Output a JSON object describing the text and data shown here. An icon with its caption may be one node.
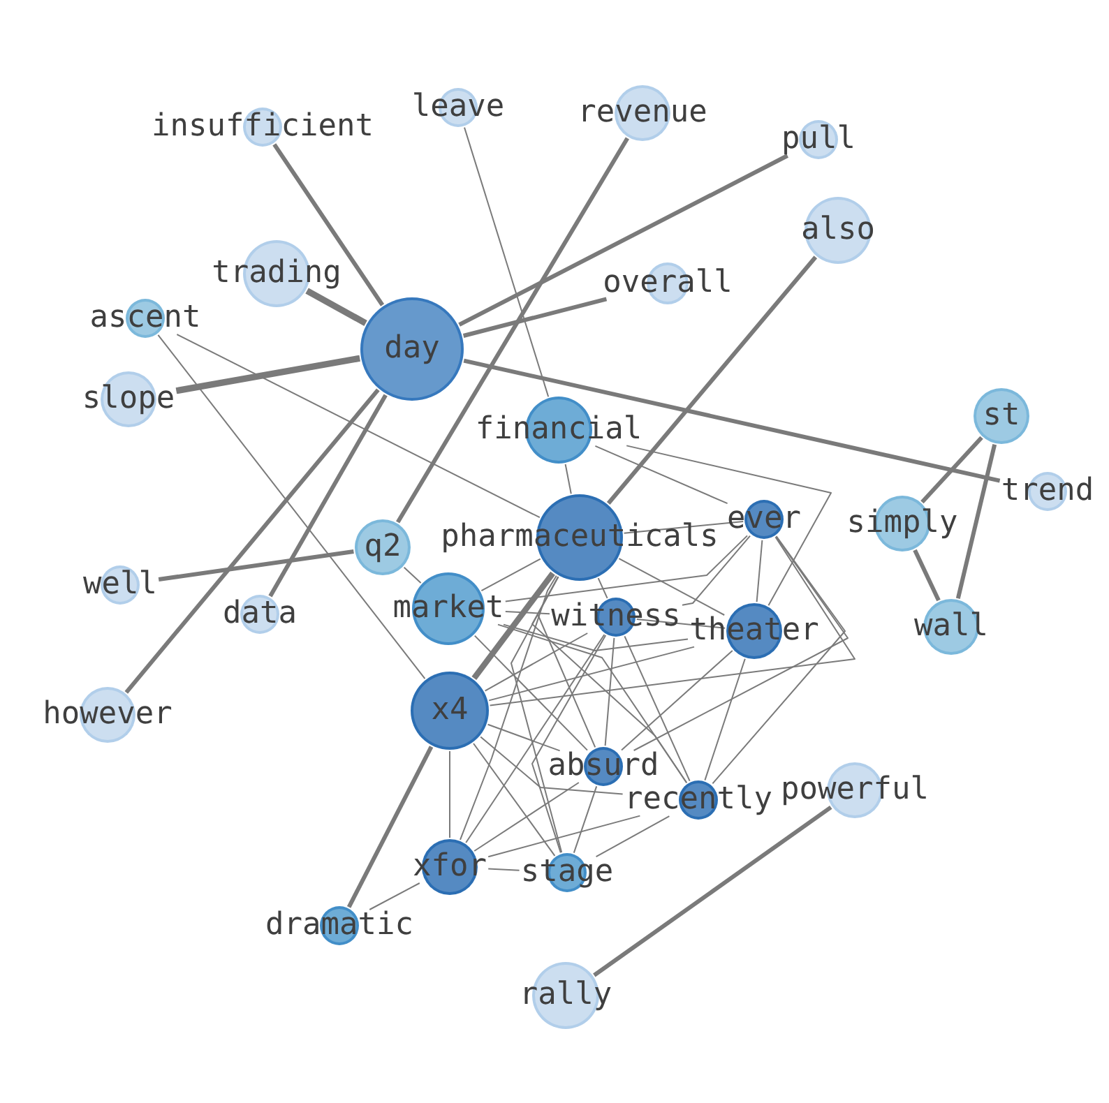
{
  "diagram": {
    "nodes": [
      {
        "text": [
          "leave"
        ]
      },
      {
        "text": [
          "revenue"
        ]
      },
      {
        "text": [
          "insufficient"
        ]
      },
      {
        "text": [
          "pull"
        ]
      },
      {
        "text": [
          "also"
        ]
      },
      {
        "text": [
          "overall"
        ]
      },
      {
        "text": [
          "trading"
        ]
      },
      {
        "text": [
          "ascent"
        ]
      },
      {
        "text": [
          "day"
        ]
      },
      {
        "text": [
          "slope"
        ]
      },
      {
        "text": [
          "st"
        ]
      },
      {
        "text": [
          "financial"
        ]
      },
      {
        "text": [
          "trend"
        ]
      },
      {
        "text": [
          "simply"
        ]
      },
      {
        "text": [
          "ever"
        ]
      },
      {
        "text": [
          "pharmaceuticals"
        ]
      },
      {
        "text": [
          "q2"
        ]
      },
      {
        "text": [
          "well"
        ]
      },
      {
        "text": [
          "data"
        ]
      },
      {
        "text": [
          "witness"
        ]
      },
      {
        "text": [
          "market"
        ]
      },
      {
        "text": [
          "theater"
        ]
      },
      {
        "text": [
          "wall"
        ]
      },
      {
        "text": [
          "x4"
        ]
      },
      {
        "text": [
          "however"
        ]
      },
      {
        "text": [
          "absurd"
        ]
      },
      {
        "text": [
          "powerful"
        ]
      },
      {
        "text": [
          "recently"
        ]
      },
      {
        "text": [
          "xfor"
        ]
      },
      {
        "text": [
          "stage"
        ]
      },
      {
        "text": [
          "dramatic"
        ]
      },
      {
        "text": [
          "rally"
        ]
      }
    ],
    "edges": [
      {
        "from": 8,
        "to": 6,
        "arrow": "none",
        "style": "thick"
      },
      {
        "from": 8,
        "to": 2,
        "arrow": "none",
        "style": "thick"
      },
      {
        "from": 8,
        "to": 5,
        "arrow": "none",
        "style": "thick"
      },
      {
        "from": 8,
        "to": 3,
        "arrow": "none",
        "style": "thick"
      },
      {
        "from": 8,
        "to": 9,
        "arrow": "none",
        "style": "thick"
      },
      {
        "from": 8,
        "to": 12,
        "arrow": "none",
        "style": "thick"
      },
      {
        "from": 8,
        "to": 18,
        "arrow": "none",
        "style": "thick"
      },
      {
        "from": 8,
        "to": 24,
        "arrow": "none",
        "style": "thick"
      },
      {
        "from": 0,
        "to": 11,
        "arrow": "none"
      },
      {
        "from": 1,
        "to": 16,
        "arrow": "none",
        "style": "thick"
      },
      {
        "from": 4,
        "to": 15,
        "arrow": "none",
        "style": "thick"
      },
      {
        "from": 7,
        "to": 23,
        "arrow": "none"
      },
      {
        "from": 7,
        "to": 15,
        "arrow": "none"
      },
      {
        "from": 17,
        "to": 16,
        "arrow": "none",
        "style": "thick"
      },
      {
        "from": 10,
        "to": 13,
        "arrow": "none",
        "style": "thick"
      },
      {
        "from": 10,
        "to": 22,
        "arrow": "none",
        "style": "thick"
      },
      {
        "from": 13,
        "to": 22,
        "arrow": "none",
        "style": "thick"
      },
      {
        "from": 26,
        "to": 31,
        "arrow": "none",
        "style": "thick"
      },
      {
        "from": 23,
        "to": 15,
        "arrow": "none",
        "style": "thick"
      },
      {
        "from": 30,
        "to": 23,
        "arrow": "none",
        "style": "thick"
      },
      {
        "from": 16,
        "to": 20,
        "arrow": "none"
      },
      {
        "from": 11,
        "to": 15,
        "arrow": "none"
      },
      {
        "from": 11,
        "to": 14,
        "arrow": "none"
      },
      {
        "from": 11,
        "to": 21,
        "arrow": "none"
      },
      {
        "from": 15,
        "to": 14,
        "arrow": "none"
      },
      {
        "from": 15,
        "to": 19,
        "arrow": "none"
      },
      {
        "from": 15,
        "to": 21,
        "arrow": "none"
      },
      {
        "from": 15,
        "to": 20,
        "arrow": "none"
      },
      {
        "from": 15,
        "to": 25,
        "arrow": "none"
      },
      {
        "from": 15,
        "to": 27,
        "arrow": "none"
      },
      {
        "from": 15,
        "to": 28,
        "arrow": "none"
      },
      {
        "from": 15,
        "to": 29,
        "arrow": "none"
      },
      {
        "from": 14,
        "to": 19,
        "arrow": "none"
      },
      {
        "from": 14,
        "to": 21,
        "arrow": "none"
      },
      {
        "from": 14,
        "to": 20,
        "arrow": "none"
      },
      {
        "from": 14,
        "to": 23,
        "arrow": "none"
      },
      {
        "from": 14,
        "to": 25,
        "arrow": "none"
      },
      {
        "from": 14,
        "to": 27,
        "arrow": "none"
      },
      {
        "from": 19,
        "to": 20,
        "arrow": "none"
      },
      {
        "from": 19,
        "to": 21,
        "arrow": "none"
      },
      {
        "from": 19,
        "to": 23,
        "arrow": "none"
      },
      {
        "from": 19,
        "to": 25,
        "arrow": "none"
      },
      {
        "from": 19,
        "to": 27,
        "arrow": "none"
      },
      {
        "from": 19,
        "to": 28,
        "arrow": "none"
      },
      {
        "from": 19,
        "to": 29,
        "arrow": "none"
      },
      {
        "from": 20,
        "to": 21,
        "arrow": "none"
      },
      {
        "from": 20,
        "to": 25,
        "arrow": "none"
      },
      {
        "from": 20,
        "to": 27,
        "arrow": "none"
      },
      {
        "from": 21,
        "to": 23,
        "arrow": "none"
      },
      {
        "from": 21,
        "to": 25,
        "arrow": "none"
      },
      {
        "from": 21,
        "to": 27,
        "arrow": "none"
      },
      {
        "from": 23,
        "to": 25,
        "arrow": "none"
      },
      {
        "from": 23,
        "to": 27,
        "arrow": "none"
      },
      {
        "from": 23,
        "to": 28,
        "arrow": "none"
      },
      {
        "from": 23,
        "to": 29,
        "arrow": "none"
      },
      {
        "from": 25,
        "to": 28,
        "arrow": "none"
      },
      {
        "from": 25,
        "to": 29,
        "arrow": "none"
      },
      {
        "from": 27,
        "to": 28,
        "arrow": "none"
      },
      {
        "from": 27,
        "to": 29,
        "arrow": "none"
      },
      {
        "from": 28,
        "to": 29,
        "arrow": "none"
      },
      {
        "from": 28,
        "to": 30,
        "arrow": "none"
      }
    ]
  }
}
